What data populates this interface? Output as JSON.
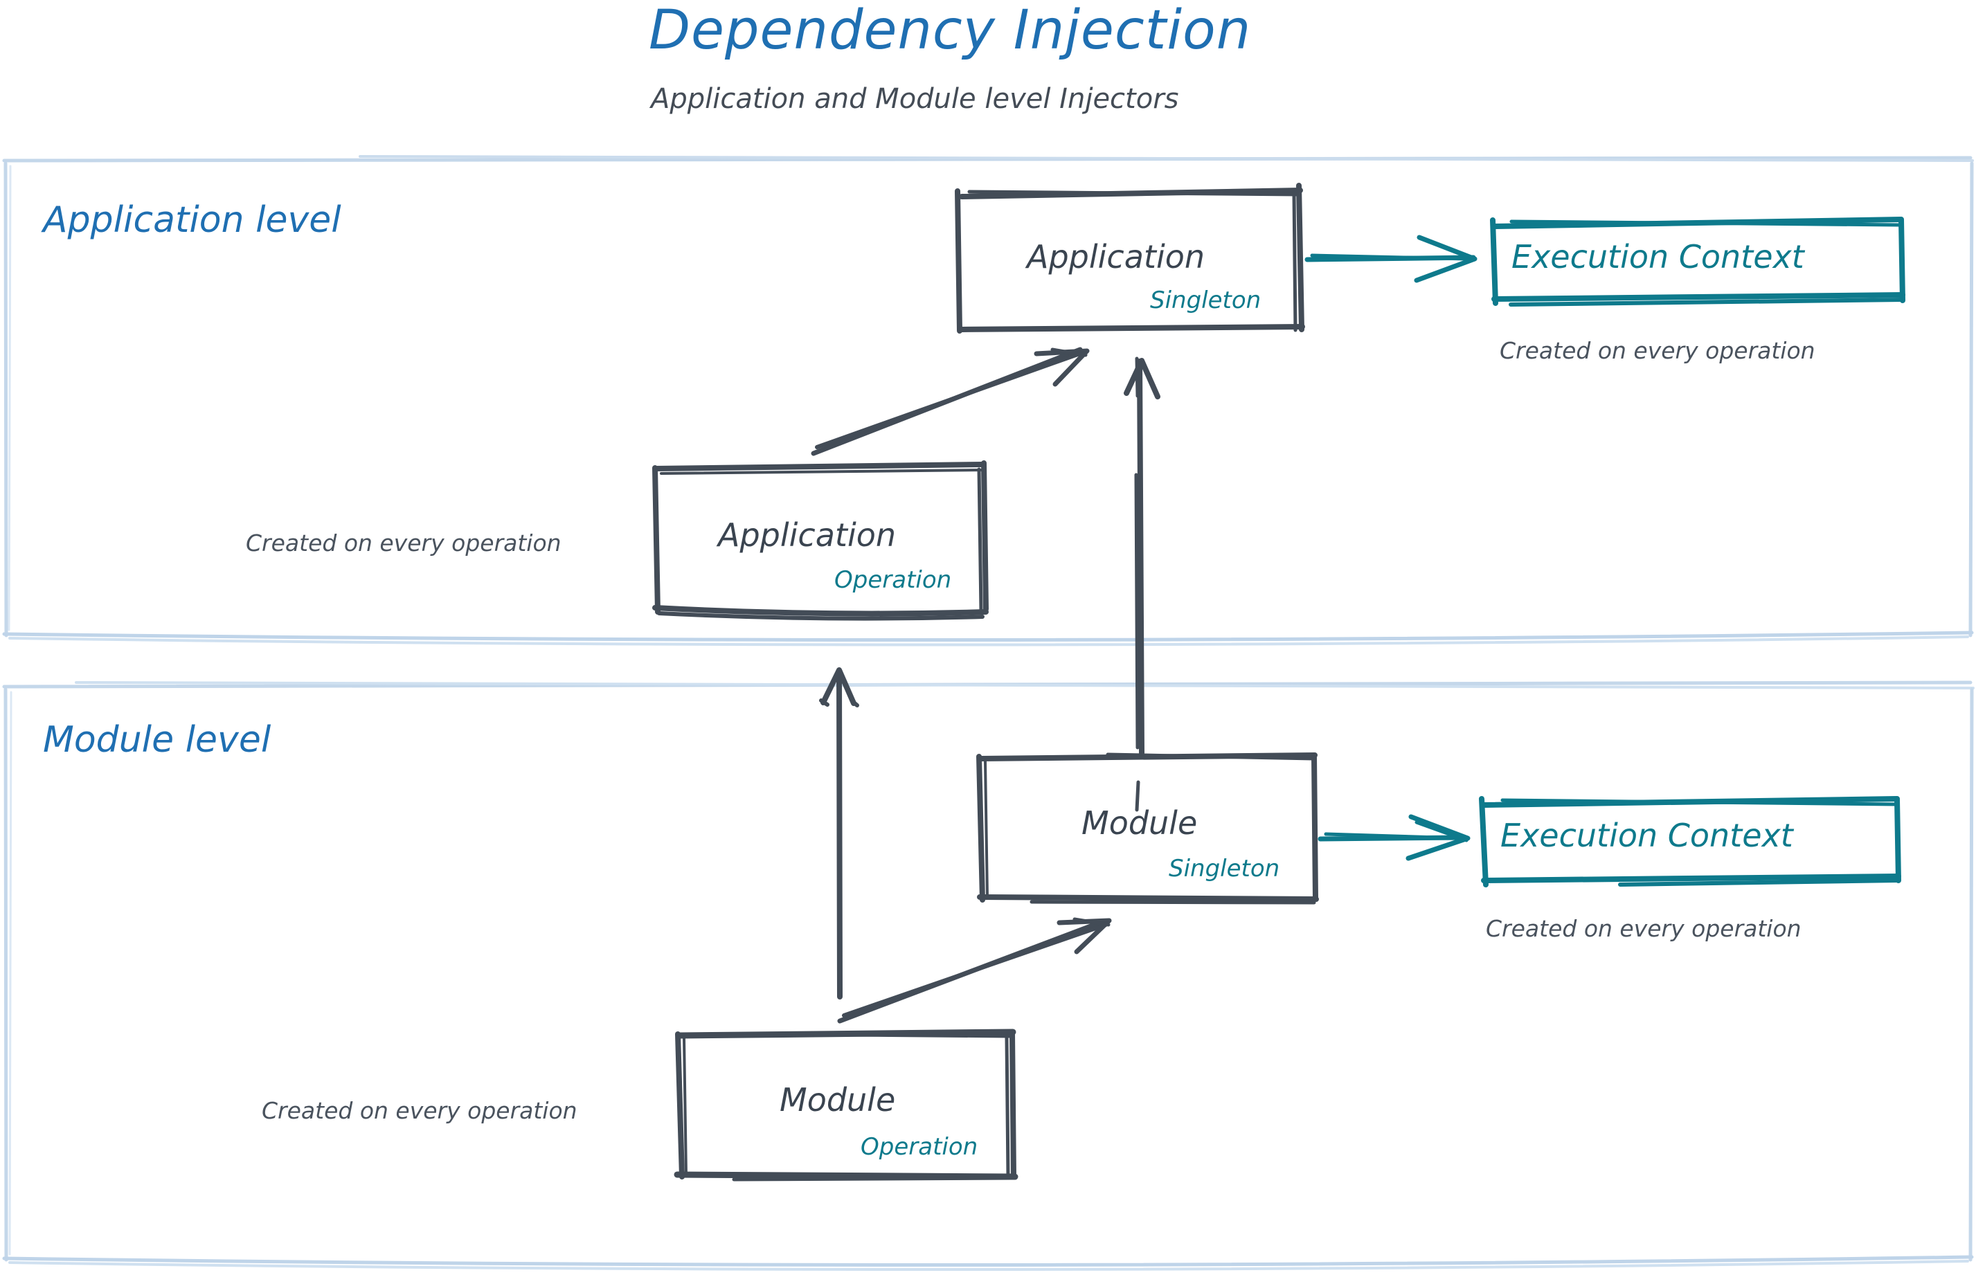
{
  "header": {
    "title": "Dependency Injection",
    "subtitle": "Application and Module level Injectors",
    "title_color": "#1F6FB2",
    "subtitle_color": "#444C56"
  },
  "colors": {
    "accent_blue": "#1F6FB2",
    "panel_border": "#B9CFE6",
    "ink": "#3A4450",
    "teal": "#0E7A8C"
  },
  "zones": [
    {
      "id": "application-level",
      "label": "Application level",
      "nodes": [
        {
          "id": "application-singleton",
          "title": "Application",
          "scope": "Singleton"
        },
        {
          "id": "application-operation",
          "title": "Application",
          "scope": "Operation"
        }
      ],
      "execution_context": {
        "id": "application-execution-context",
        "label": "Execution Context",
        "note": "Created on every operation"
      },
      "notes": [
        {
          "id": "application-operation-note",
          "text": "Created on every operation"
        }
      ]
    },
    {
      "id": "module-level",
      "label": "Module level",
      "nodes": [
        {
          "id": "module-singleton",
          "title": "Module",
          "scope": "Singleton"
        },
        {
          "id": "module-operation",
          "title": "Module",
          "scope": "Operation"
        }
      ],
      "execution_context": {
        "id": "module-execution-context",
        "label": "Execution Context",
        "note": "Created on every operation"
      },
      "notes": [
        {
          "id": "module-operation-note",
          "text": "Created on every operation"
        }
      ]
    }
  ],
  "edges": [
    {
      "id": "edge-app-singleton-to-app-execution-context",
      "from": "application-singleton",
      "to": "application-execution-context",
      "style": "teal-arrow"
    },
    {
      "id": "edge-app-operation-to-app-singleton",
      "from": "application-operation",
      "to": "application-singleton",
      "style": "ink-arrow"
    },
    {
      "id": "edge-module-singleton-to-app-singleton",
      "from": "module-singleton",
      "to": "application-singleton",
      "style": "ink-arrow"
    },
    {
      "id": "edge-module-operation-to-app-operation",
      "from": "module-operation",
      "to": "application-operation",
      "style": "ink-arrow"
    },
    {
      "id": "edge-module-operation-to-module-singleton",
      "from": "module-operation",
      "to": "module-singleton",
      "style": "ink-arrow"
    },
    {
      "id": "edge-module-singleton-to-module-execution-context",
      "from": "module-singleton",
      "to": "module-execution-context",
      "style": "teal-arrow"
    }
  ]
}
